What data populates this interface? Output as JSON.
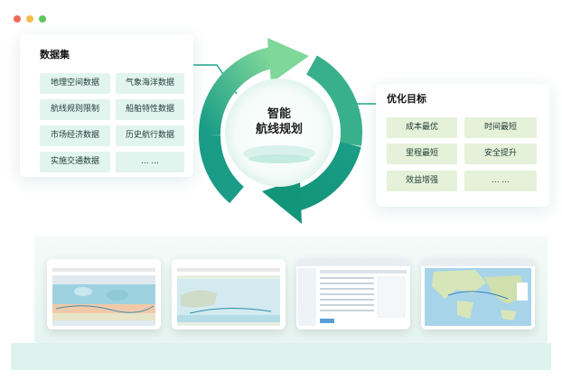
{
  "window": {
    "dot_colors": [
      "#ee6a5a",
      "#f4bd4f",
      "#5cc65c"
    ]
  },
  "dataset": {
    "title": "数据集",
    "items": [
      "地理空间数据",
      "气象海洋数据",
      "航线规则限制",
      "船舶特性数据",
      "市场经济数据",
      "历史航行数据",
      "实施交通数据",
      "... ..."
    ]
  },
  "center": {
    "line1": "智能",
    "line2": "航线规划"
  },
  "goals": {
    "title": "优化目标",
    "items": [
      "成本最优",
      "时间最短",
      "里程最短",
      "安全提升",
      "效益增强",
      "... ..."
    ]
  },
  "colors": {
    "accent": "#1fa58a",
    "accent_light": "#7ed29f",
    "tile_teal": "#e2f4ee",
    "tile_green": "#e5f1d9"
  },
  "screenshots": [
    "map-view-ocean",
    "map-view-route",
    "data-table-view",
    "satellite-map-view"
  ]
}
